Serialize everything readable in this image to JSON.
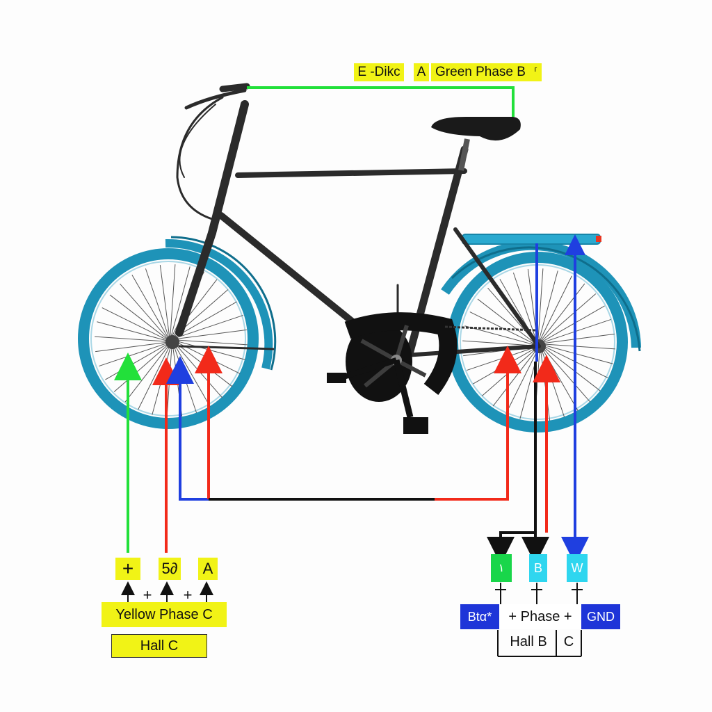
{
  "title": {
    "part1": "E -Dikc",
    "part2": "A",
    "part3": "Green Phase B",
    "sup": "г"
  },
  "left_terminals": {
    "t1": "+",
    "t2": "5∂",
    "t3": "A",
    "plus1": "+",
    "plus2": "+",
    "phase_label": "Yellow Phase C",
    "hall_label": "Hall C"
  },
  "right_terminals": {
    "t1": "١",
    "t2": "B",
    "t3": "W",
    "bar_left": "Btα*",
    "bar_mid": "+ Phase +",
    "bar_right": "GND",
    "hall_left": "Hall B",
    "hall_right": "C"
  },
  "colors": {
    "wheel": "#1e93b8",
    "frame": "#2b2b2b",
    "wire_green": "#22e03a",
    "wire_red": "#f22a1a",
    "wire_blue": "#1f3fe0",
    "wire_black": "#111111",
    "label_yellow": "#f1f316"
  }
}
